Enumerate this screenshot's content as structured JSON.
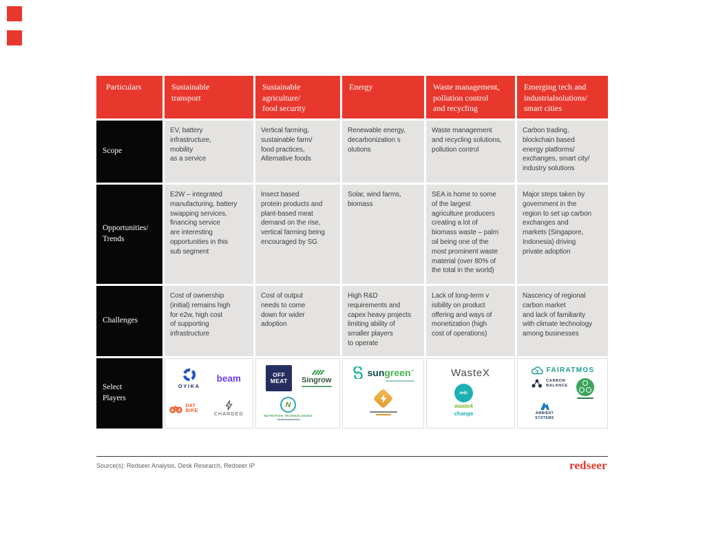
{
  "decor": {
    "accent_red": "#E8382D",
    "label_black": "#070707",
    "cell_gray": "#e4e3e2"
  },
  "table": {
    "header": [
      "Particulars",
      "Sustainable\ntransport",
      "Sustainable\nagriculture/\nfood security",
      "Energy",
      "Waste management,\npollution control\nand recycling",
      "Emerging tech and\nindustrialsolutions/\nsmart cities"
    ],
    "rows": [
      {
        "label": "Scope",
        "cells": [
          "EV, battery\ninfrastructure,\nmobility\nas a service",
          "Vertical farming,\nsustainable farm/\nfood practices,\nAlternative foods",
          "Renewable energy,\ndecarbonization s\nolutions",
          "Waste management\nand recycling solutions,\npollution control",
          "Carbon trading,\nblockchain based\nenergy platforms/\nexchanges, smart city/\nindustry solutions"
        ]
      },
      {
        "label": "Opportunities/\nTrends",
        "cells": [
          "E2W – integrated\nmanufacturing, battery\nswapping services,\nfinancing service\nare interesting\nopportunities in this\nsub segment",
          "Insect based\nprotein products and\nplant-based meat\ndemand on the rise,\nvertical farming being\nencouraged by SG",
          "Solar, wind farms,\nbiomass",
          "SEA is home to some\nof the largest\nagriculture producers\ncreating a lot of\nbiomass waste – palm\noil being one of the\nmost prominent waste\nmaterial (over 80% of\nthe total in the world)",
          "Major steps taken by\ngovernment in the\nregion to set up carbon\nexchanges and\nmarkets (Singapore,\nIndonesia) driving\nprivate adoption"
        ]
      },
      {
        "label": "Challenges",
        "cells": [
          "Cost of ownership\n(initial) remains high\nfor e2w, high cost\nof supporting\ninfrastructure",
          "Cost of output\nneeds to come\ndown for wider\nadoption",
          "High R&D\nrequirements and\ncapex heavy projects\nlimiting ability of\n smaller players\nto operate",
          "Lack of long-term v\nisibility on product\noffering and ways of\nmonetization (high\ncost of operations)",
          "Nascency of regional\ncarbon market\nand lack of familiarity\nwith climate technology\namong businesses"
        ]
      },
      {
        "label": "Select\nPlayers"
      }
    ]
  },
  "players": {
    "transport": {
      "oyika": "OYIKA",
      "beam": "beam",
      "datbike": "DAT BIKE",
      "charged": "CHARGED"
    },
    "agriculture": {
      "offmeat": "OFF\nMEAT",
      "singrow": "Singrow",
      "nutrition": "NUTRITION TECHNOLOGIES"
    },
    "energy": {
      "sun": "sun",
      "green": "green",
      "tm": "™"
    },
    "waste": {
      "wastex": "WasteX",
      "w4c_monogram": "w4c",
      "w4c_line1": "waste4",
      "w4c_line2": "change"
    },
    "emerging": {
      "fairatmos": "FAIRATMOS",
      "carbon_balance": "CARBON\nBALANCE",
      "ambient": "AMBIENT\nSYSTEMS"
    }
  },
  "footer": {
    "source": "Source(s): Redseer Analysis, Desk Research, Redseer IP",
    "brand": "redseer"
  }
}
